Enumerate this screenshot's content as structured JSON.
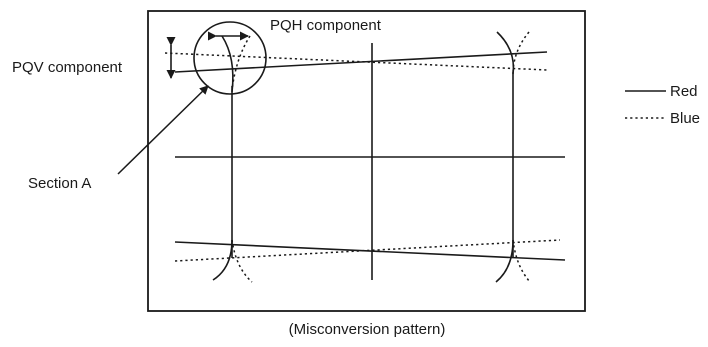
{
  "diagram": {
    "labels": {
      "pqh": "PQH component",
      "pqv": "PQV component",
      "section_a": "Section A",
      "caption": "(Misconversion pattern)"
    },
    "legend": [
      {
        "label": "Red",
        "style": "solid"
      },
      {
        "label": "Blue",
        "style": "dotted"
      }
    ]
  }
}
